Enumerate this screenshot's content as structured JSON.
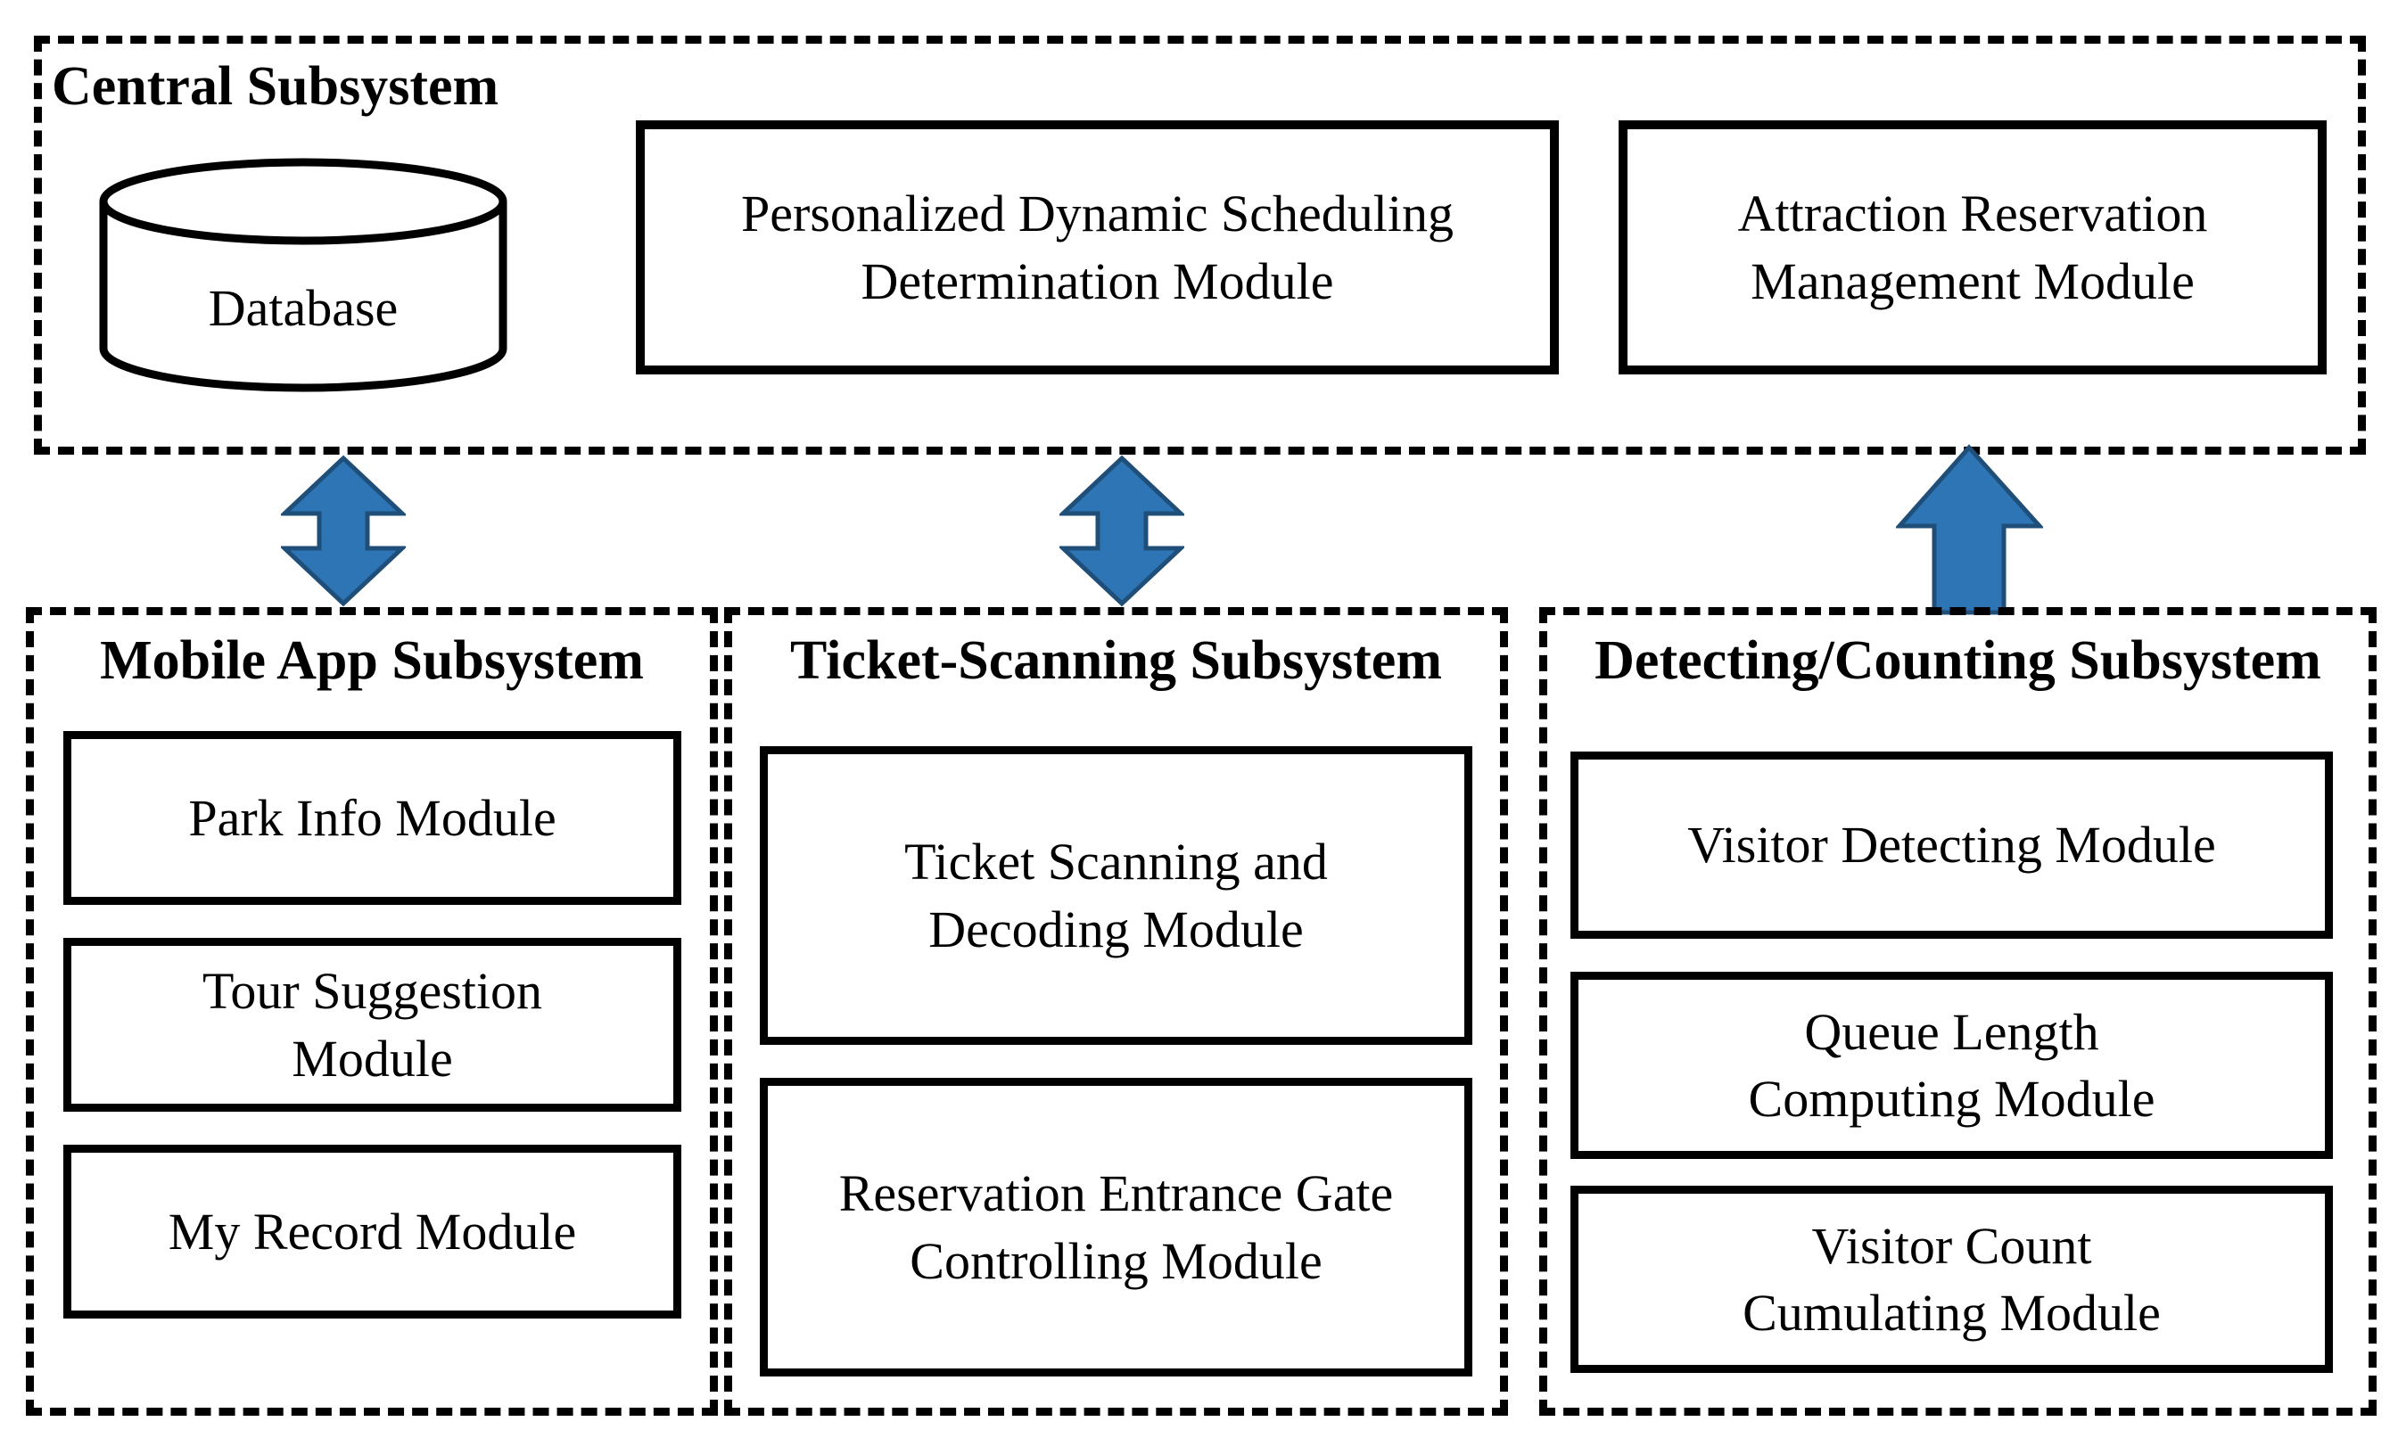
{
  "colors": {
    "arrow_fill": "#2E75B6",
    "arrow_stroke": "#1F4E79",
    "line": "#000000",
    "background": "#FFFFFF"
  },
  "central_subsystem": {
    "title": "Central Subsystem",
    "database": {
      "label": "Database"
    },
    "modules": [
      {
        "label": "Personalized Dynamic Scheduling\nDetermination Module"
      },
      {
        "label": "Attraction Reservation\nManagement Module"
      }
    ]
  },
  "subsystems": [
    {
      "title": "Mobile App Subsystem",
      "modules": [
        {
          "label": "Park Info Module"
        },
        {
          "label": "Tour Suggestion\nModule"
        },
        {
          "label": "My Record Module"
        }
      ]
    },
    {
      "title": "Ticket-Scanning Subsystem",
      "modules": [
        {
          "label": "Ticket Scanning and\nDecoding Module"
        },
        {
          "label": "Reservation Entrance Gate\nControlling Module"
        }
      ]
    },
    {
      "title": "Detecting/Counting Subsystem",
      "modules": [
        {
          "label": "Visitor Detecting Module"
        },
        {
          "label": "Queue Length\nComputing Module"
        },
        {
          "label": "Visitor Count\nCumulating Module"
        }
      ]
    }
  ],
  "arrows": [
    {
      "type": "bidirectional",
      "between": [
        "Central Subsystem",
        "Mobile App Subsystem"
      ]
    },
    {
      "type": "bidirectional",
      "between": [
        "Central Subsystem",
        "Ticket-Scanning Subsystem"
      ]
    },
    {
      "type": "up",
      "between": [
        "Detecting/Counting Subsystem",
        "Central Subsystem"
      ]
    }
  ]
}
